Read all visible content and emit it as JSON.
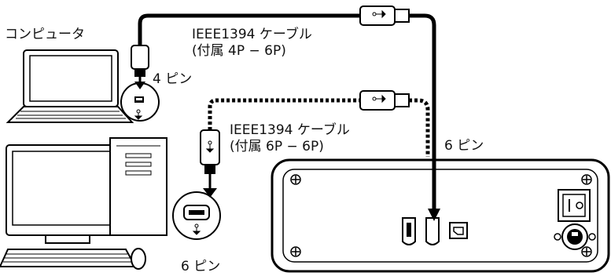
{
  "labels": {
    "computer": "コンピュータ",
    "cable_a_name": "IEEE1394 ケーブル",
    "cable_a_spec": "(付属 4P − 6P)",
    "cable_b_name": "IEEE1394 ケーブル",
    "cable_b_spec": "(付属 6P − 6P)",
    "pin_4": "4 ピン",
    "pin_6_device": "6 ピン",
    "pin_6_desktop": "6 ピン"
  },
  "colors": {
    "line": "#000000",
    "fill_light": "#ffffff",
    "fill_gray": "#d9d9d9"
  }
}
